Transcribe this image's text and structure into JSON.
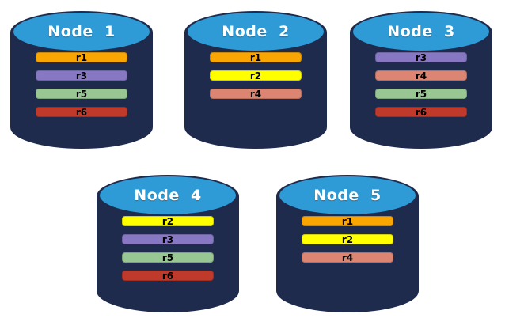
{
  "diagram": {
    "description": "Five database nodes storing replicas",
    "background": "#ffffff"
  },
  "colors": {
    "cylinder_body": "#1E2B4D",
    "cylinder_top": "#2E9BD6",
    "title_text": "#FFFFFF",
    "replica_label_text": "#000000",
    "replica_colors": {
      "r1": "#F9A602",
      "r2": "#FFFF00",
      "r3": "#8878C4",
      "r4": "#DD8573",
      "r5": "#98C794",
      "r6": "#C03A2B"
    }
  },
  "nodes": [
    {
      "label": "Node  1",
      "replicas": [
        "r1",
        "r3",
        "r5",
        "r6"
      ]
    },
    {
      "label": "Node  2",
      "replicas": [
        "r1",
        "r2",
        "r4"
      ]
    },
    {
      "label": "Node  3",
      "replicas": [
        "r3",
        "r4",
        "r5",
        "r6"
      ]
    },
    {
      "label": "Node  4",
      "replicas": [
        "r2",
        "r3",
        "r5",
        "r6"
      ]
    },
    {
      "label": "Node  5",
      "replicas": [
        "r1",
        "r2",
        "r4"
      ]
    }
  ]
}
